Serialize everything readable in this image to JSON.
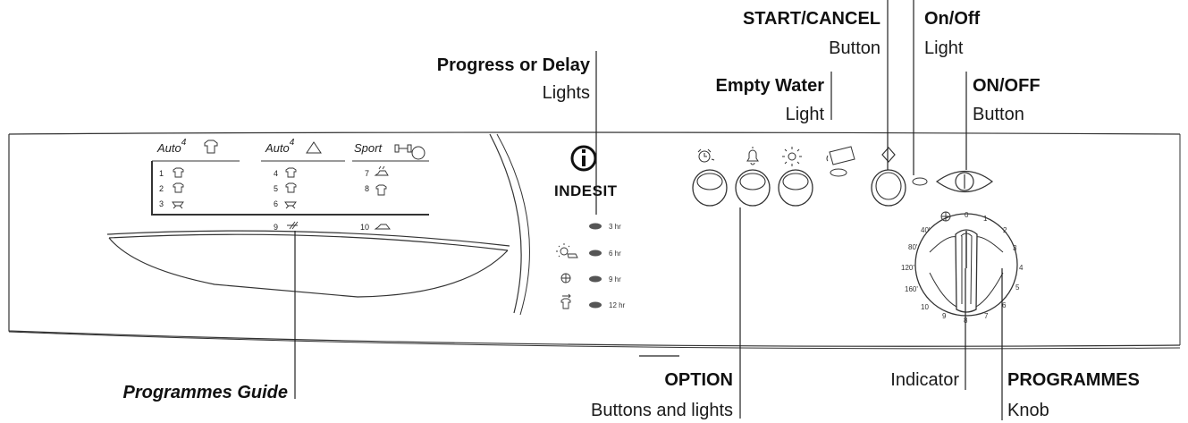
{
  "labels": {
    "start_cancel": "START/CANCEL",
    "start_cancel_sub": "Button",
    "on_off_light": "On/Off",
    "on_off_light_sub": "Light",
    "progress_delay": "Progress or Delay",
    "progress_delay_sub": "Lights",
    "empty_water": "Empty Water",
    "empty_water_sub": "Light",
    "on_off_button": "ON/OFF",
    "on_off_button_sub": "Button",
    "programmes_guide": "Programmes Guide",
    "option": "OPTION",
    "option_sub": "Buttons and lights",
    "indicator": "Indicator",
    "programmes": "PROGRAMMES",
    "programmes_sub": "Knob"
  },
  "guide": {
    "col1_header": "Auto",
    "col1_sup": "4",
    "col2_header": "Auto",
    "col2_sup": "4",
    "col3_header": "Sport",
    "col1_items": [
      "1",
      "2",
      "3"
    ],
    "col2_items": [
      "4",
      "5",
      "6"
    ],
    "col3_items": [
      "7",
      "8"
    ],
    "bottom_items": [
      "9",
      "10"
    ]
  },
  "brand": "INDESIT",
  "progress_lights": [
    "3 hr",
    "6 hr",
    "9 hr",
    "12 hr"
  ],
  "knob_scale": [
    "0",
    "1",
    "2",
    "3",
    "4",
    "5",
    "6",
    "7",
    "8",
    "9",
    "10",
    "160'",
    "120'",
    "80'",
    "40'"
  ]
}
